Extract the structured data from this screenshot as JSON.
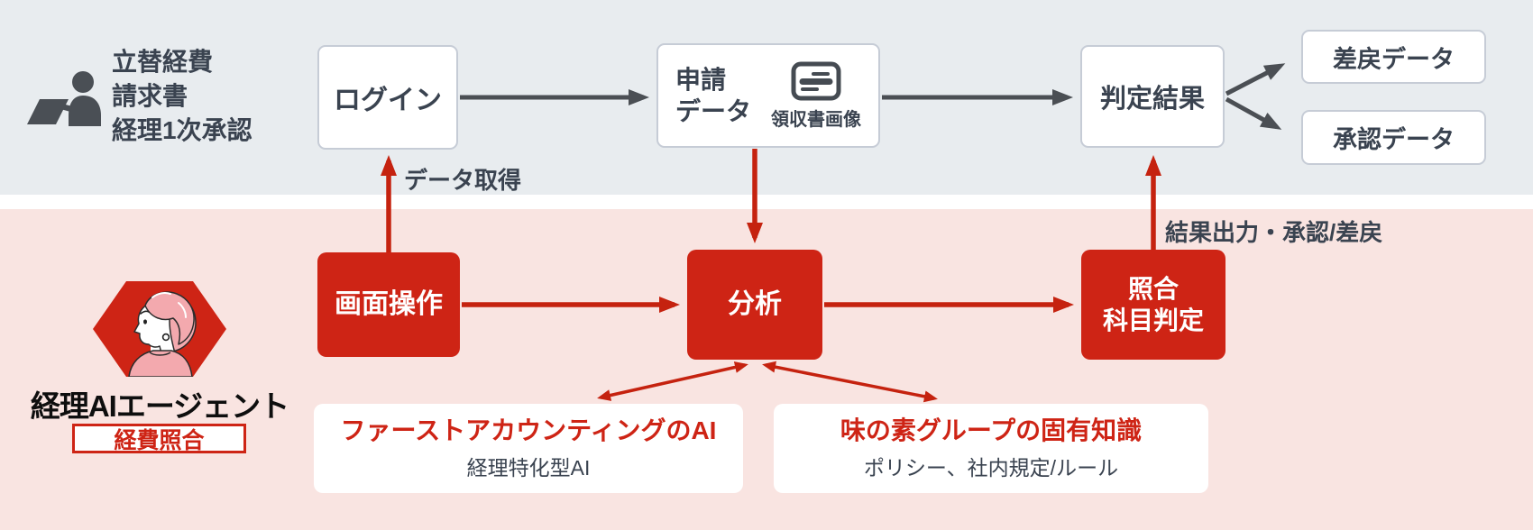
{
  "top_lane": {
    "actor_lines": [
      "立替経費",
      "請求書",
      "経理1次承認"
    ],
    "login": "ログイン",
    "application_line1": "申請",
    "application_line2": "データ",
    "receipt_label": "領収書画像",
    "judgement": "判定結果",
    "returned": "差戻データ",
    "approved": "承認データ"
  },
  "edge_labels": {
    "data_fetch": "データ取得",
    "result_output": "結果出力・承認/差戻"
  },
  "agent": {
    "title": "経理AIエージェント",
    "badge": "経費照合"
  },
  "process": {
    "screen_op": "画面操作",
    "analysis": "分析",
    "matching_line1": "照合",
    "matching_line2": "科目判定"
  },
  "knowledge": [
    {
      "title": "ファーストアカウンティングのAI",
      "subtitle": "経理特化型AI"
    },
    {
      "title": "味の素グループの固有知識",
      "subtitle": "ポリシー、社内規定/ルール"
    }
  ],
  "colors": {
    "band_top": "#e8ecef",
    "band_bottom": "#f9e4e1",
    "red": "#ce2415",
    "red_arrow": "#c5220f",
    "gray_arrow": "#4b4f54",
    "dark_text": "#3a4350",
    "box_border": "#c6ccd6"
  }
}
